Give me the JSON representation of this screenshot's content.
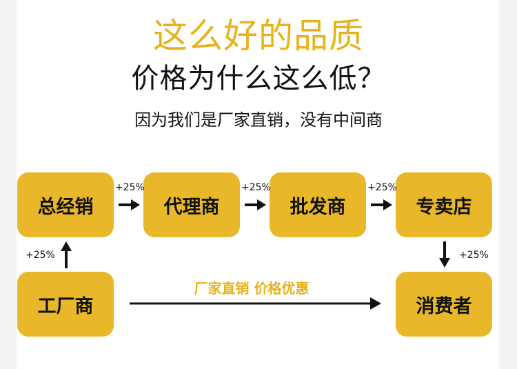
{
  "headline": {
    "line1": "这么好的品质",
    "line2": "价格为什么这么低？",
    "subtitle": "因为我们是厂家直销，没有中间商"
  },
  "nodes": {
    "general_distributor": "总经销",
    "agent": "代理商",
    "wholesaler": "批发商",
    "specialty_store": "专卖店",
    "factory": "工厂商",
    "consumer": "消费者"
  },
  "markups": {
    "factory_to_general": "+25%",
    "general_to_agent": "+25%",
    "agent_to_wholesaler": "+25%",
    "wholesaler_to_store": "+25%",
    "store_to_consumer": "+25%"
  },
  "direct_route_label": "厂家直销 价格优惠",
  "colors": {
    "accent": "#e8b21c",
    "box_fill": "#e8b82a",
    "text": "#111111"
  }
}
